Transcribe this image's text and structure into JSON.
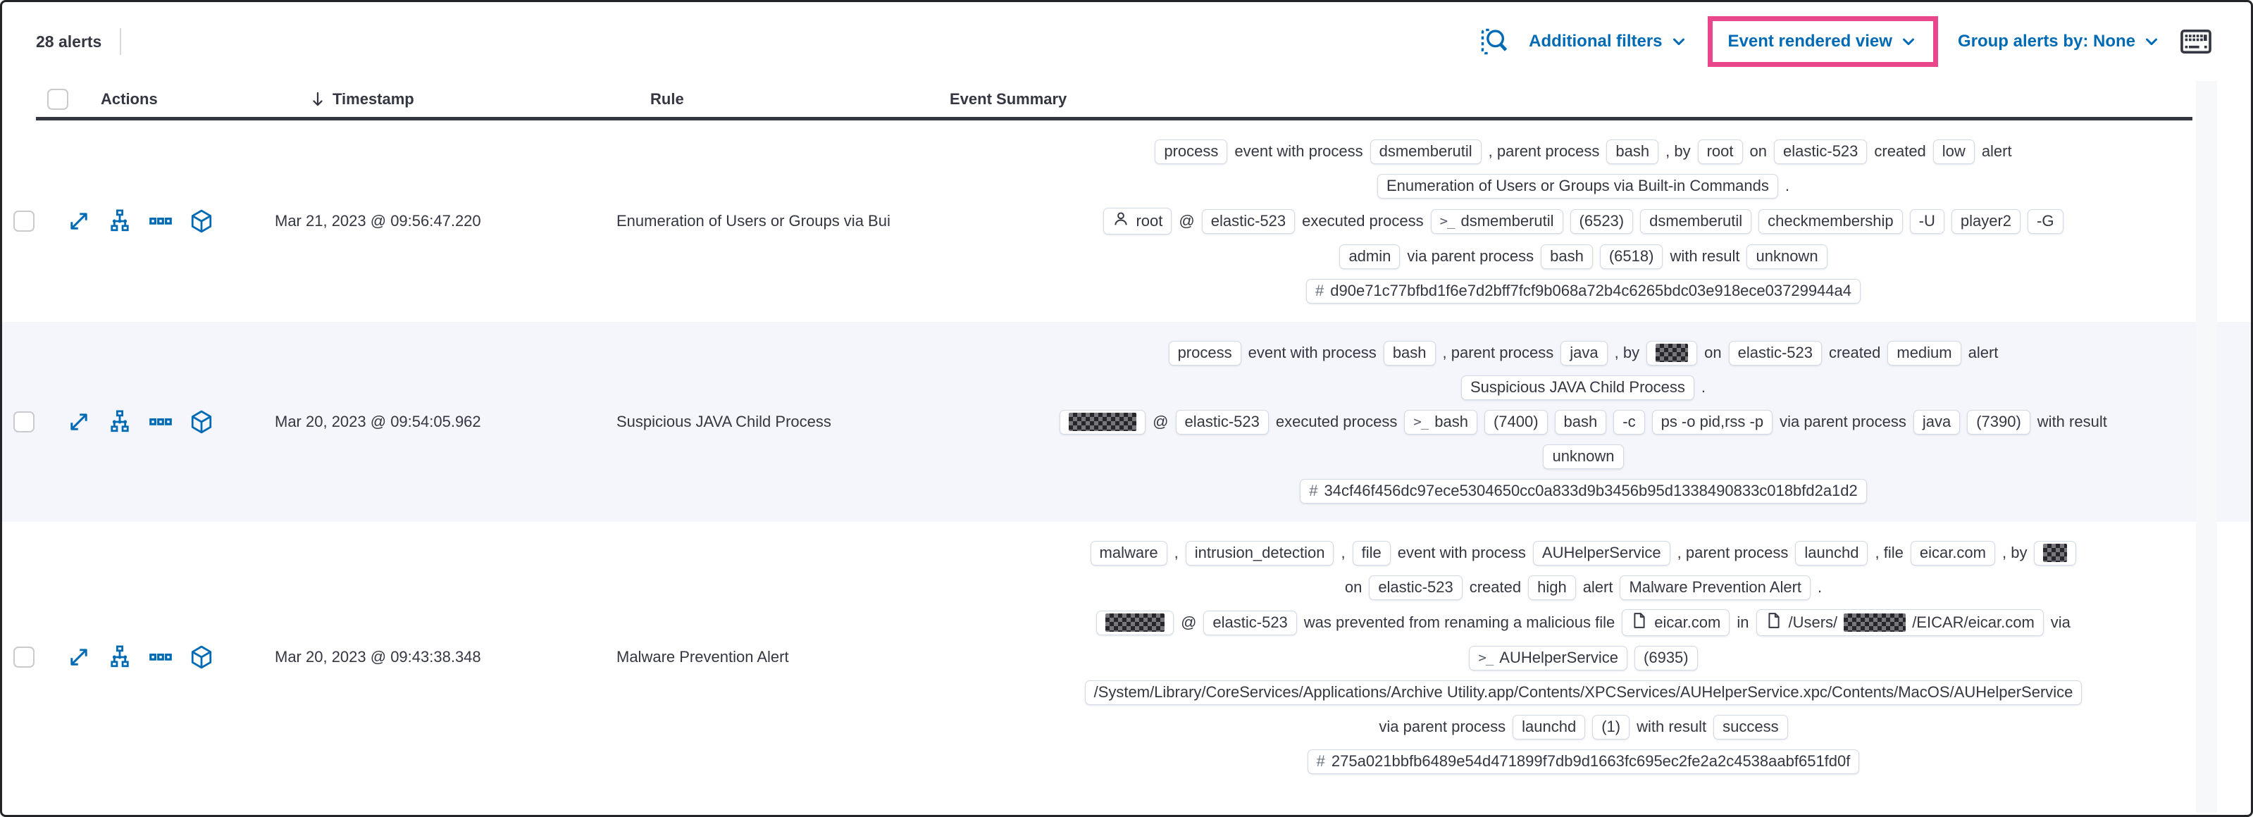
{
  "toolbar": {
    "alerts_count": "28 alerts",
    "additional_filters_label": "Additional filters",
    "view_selector_label": "Event rendered view",
    "group_by_label": "Group alerts by: None"
  },
  "colors": {
    "highlight_pink": "#e8488b",
    "link_blue": "#006BB4",
    "text": "#343741",
    "stripe_row_bg": "#f4f6fb"
  },
  "glyphs": {
    "hash_prefix": "#",
    "terminal_prompt": ">_"
  },
  "icons": [
    "inspect-icon",
    "keyboard-shortcuts-icon",
    "chevron-down-icon",
    "sort-descending-icon",
    "expand-alert-icon",
    "analyze-event-icon",
    "more-actions-icon",
    "add-to-timeline-icon",
    "user-icon",
    "document-icon",
    "terminal-icon",
    "hash-icon"
  ],
  "table": {
    "headers": {
      "actions": "Actions",
      "timestamp": "Timestamp",
      "rule": "Rule",
      "summary": "Event Summary"
    }
  },
  "rows": [
    {
      "striped": false,
      "timestamp": "Mar 21, 2023 @ 09:56:47.220",
      "rule": "Enumeration of Users or Groups via Bui",
      "summary": [
        [
          {
            "k": "b",
            "v": "process"
          },
          {
            "k": "t",
            "v": "event with process"
          },
          {
            "k": "b",
            "v": "dsmemberutil"
          },
          {
            "k": "t",
            "v": ", parent process"
          },
          {
            "k": "b",
            "v": "bash"
          },
          {
            "k": "t",
            "v": ", by"
          },
          {
            "k": "b",
            "v": "root"
          },
          {
            "k": "t",
            "v": "on"
          },
          {
            "k": "b",
            "v": "elastic-523"
          },
          {
            "k": "t",
            "v": "created"
          },
          {
            "k": "b",
            "v": "low"
          },
          {
            "k": "t",
            "v": "alert"
          }
        ],
        [
          {
            "k": "b",
            "v": "Enumeration of Users or Groups via Built-in Commands"
          },
          {
            "k": "t",
            "v": "."
          }
        ],
        [
          {
            "k": "user",
            "v": "root"
          },
          {
            "k": "t",
            "v": "@"
          },
          {
            "k": "b",
            "v": "elastic-523"
          },
          {
            "k": "t",
            "v": "executed process"
          },
          {
            "k": "term",
            "v": "dsmemberutil"
          },
          {
            "k": "b",
            "v": "(6523)"
          },
          {
            "k": "b",
            "v": "dsmemberutil"
          },
          {
            "k": "b",
            "v": "checkmembership"
          },
          {
            "k": "b",
            "v": "-U"
          },
          {
            "k": "b",
            "v": "player2"
          },
          {
            "k": "b",
            "v": "-G"
          }
        ],
        [
          {
            "k": "b",
            "v": "admin"
          },
          {
            "k": "t",
            "v": "via parent process"
          },
          {
            "k": "b",
            "v": "bash"
          },
          {
            "k": "b",
            "v": "(6518)"
          },
          {
            "k": "t",
            "v": "with result"
          },
          {
            "k": "b",
            "v": "unknown"
          }
        ],
        [
          {
            "k": "hash",
            "v": "d90e71c77bfbd1f6e7d2bff7fcf9b068a72b4c6265bdc03e918ece03729944a4"
          }
        ]
      ]
    },
    {
      "striped": true,
      "timestamp": "Mar 20, 2023 @ 09:54:05.962",
      "rule": "Suspicious JAVA Child Process",
      "summary": [
        [
          {
            "k": "b",
            "v": "process"
          },
          {
            "k": "t",
            "v": "event with process"
          },
          {
            "k": "b",
            "v": "bash"
          },
          {
            "k": "t",
            "v": ", parent process"
          },
          {
            "k": "b",
            "v": "java"
          },
          {
            "k": "t",
            "v": ", by"
          },
          {
            "k": "redact",
            "w": 46
          },
          {
            "k": "t",
            "v": "on"
          },
          {
            "k": "b",
            "v": "elastic-523"
          },
          {
            "k": "t",
            "v": "created"
          },
          {
            "k": "b",
            "v": "medium"
          },
          {
            "k": "t",
            "v": "alert"
          }
        ],
        [
          {
            "k": "b",
            "v": "Suspicious JAVA Child Process"
          },
          {
            "k": "t",
            "v": "."
          }
        ],
        [
          {
            "k": "redact",
            "w": 96
          },
          {
            "k": "t",
            "v": "@"
          },
          {
            "k": "b",
            "v": "elastic-523"
          },
          {
            "k": "t",
            "v": "executed process"
          },
          {
            "k": "term",
            "v": "bash"
          },
          {
            "k": "b",
            "v": "(7400)"
          },
          {
            "k": "b",
            "v": "bash"
          },
          {
            "k": "b",
            "v": "-c"
          },
          {
            "k": "b",
            "v": "ps -o pid,rss -p"
          },
          {
            "k": "t",
            "v": "via parent process"
          },
          {
            "k": "b",
            "v": "java"
          },
          {
            "k": "b",
            "v": "(7390)"
          },
          {
            "k": "t",
            "v": "with result"
          }
        ],
        [
          {
            "k": "b",
            "v": "unknown"
          }
        ],
        [
          {
            "k": "hash",
            "v": "34cf46f456dc97ece5304650cc0a833d9b3456b95d1338490833c018bfd2a1d2"
          }
        ]
      ]
    },
    {
      "striped": false,
      "timestamp": "Mar 20, 2023 @ 09:43:38.348",
      "rule": "Malware Prevention Alert",
      "summary": [
        [
          {
            "k": "b",
            "v": "malware"
          },
          {
            "k": "t",
            "v": ","
          },
          {
            "k": "b",
            "v": "intrusion_detection"
          },
          {
            "k": "t",
            "v": ","
          },
          {
            "k": "b",
            "v": "file"
          },
          {
            "k": "t",
            "v": "event with process"
          },
          {
            "k": "b",
            "v": "AUHelperService"
          },
          {
            "k": "t",
            "v": ", parent process"
          },
          {
            "k": "b",
            "v": "launchd"
          },
          {
            "k": "t",
            "v": ", file"
          },
          {
            "k": "b",
            "v": "eicar.com"
          },
          {
            "k": "t",
            "v": ", by"
          },
          {
            "k": "redact",
            "w": 34
          }
        ],
        [
          {
            "k": "t",
            "v": "on"
          },
          {
            "k": "b",
            "v": "elastic-523"
          },
          {
            "k": "t",
            "v": "created"
          },
          {
            "k": "b",
            "v": "high"
          },
          {
            "k": "t",
            "v": "alert"
          },
          {
            "k": "b",
            "v": "Malware Prevention Alert"
          },
          {
            "k": "t",
            "v": "."
          }
        ],
        [
          {
            "k": "redact",
            "w": 84
          },
          {
            "k": "t",
            "v": "@"
          },
          {
            "k": "b",
            "v": "elastic-523"
          },
          {
            "k": "t",
            "v": "was prevented from renaming a malicious file"
          },
          {
            "k": "file",
            "v": "eicar.com"
          },
          {
            "k": "t",
            "v": "in"
          },
          {
            "k": "fredact",
            "v": "/Users/",
            "v2": "/EICAR/eicar.com",
            "w": 88
          },
          {
            "k": "t",
            "v": "via"
          }
        ],
        [
          {
            "k": "term",
            "v": "AUHelperService"
          },
          {
            "k": "b",
            "v": "(6935)"
          }
        ],
        [
          {
            "k": "b",
            "v": "/System/Library/CoreServices/Applications/Archive Utility.app/Contents/XPCServices/AUHelperService.xpc/Contents/MacOS/AUHelperService"
          }
        ],
        [
          {
            "k": "t",
            "v": "via parent process"
          },
          {
            "k": "b",
            "v": "launchd"
          },
          {
            "k": "b",
            "v": "(1)"
          },
          {
            "k": "t",
            "v": "with result"
          },
          {
            "k": "b",
            "v": "success"
          }
        ],
        [
          {
            "k": "hash",
            "v": "275a021bbfb6489e54d471899f7db9d1663fc695ec2fe2a2c4538aabf651fd0f"
          }
        ]
      ]
    }
  ]
}
